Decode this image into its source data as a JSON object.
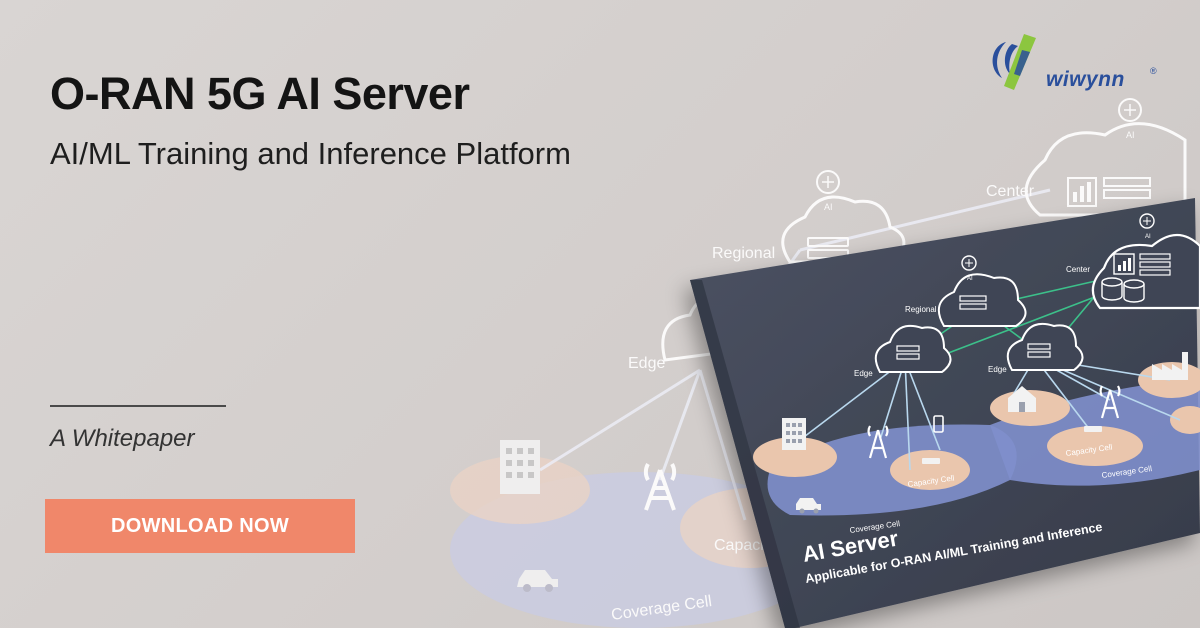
{
  "header": {
    "title": "O-RAN 5G AI Server",
    "subtitle": "AI/ML Training and Inference Platform"
  },
  "tagline": "A Whitepaper",
  "cta": {
    "label": "DOWNLOAD NOW"
  },
  "logo": {
    "wordmark": "wiwynn",
    "registered": "®"
  },
  "background_diagram": {
    "labels": {
      "ai": "AI",
      "center": "Center",
      "regional": "Regional",
      "edge": "Edge",
      "capacity": "Capacity",
      "coverage_cell": "Coverage Cell"
    }
  },
  "booklet": {
    "title": "AI Server",
    "subtitle": "Applicable for O-RAN AI/ML Training and Inference",
    "labels": {
      "center": "Center",
      "regional": "Regional",
      "edge_left": "Edge",
      "edge_right": "Edge",
      "ai_regional": "AI",
      "ai_center": "AI",
      "capacity_cell_left": "Capacity Cell",
      "capacity_cell_right": "Capacity Cell",
      "coverage_cell_left": "Coverage Cell",
      "coverage_cell_right": "Coverage Cell"
    }
  },
  "colors": {
    "background": "#d6d2d0",
    "cta": "#f0876a",
    "booklet": "#3f4555",
    "logo_green": "#8cc63f",
    "logo_blue": "#2a4f9c",
    "cell_blue": "#7e8ec8",
    "cell_peach": "#e9c2a6"
  },
  "icons": [
    "brain-ai-icon",
    "server-rack-icon",
    "bar-chart-icon",
    "database-icon",
    "building-icon",
    "cell-tower-icon",
    "car-icon",
    "factory-icon",
    "house-icon",
    "router-icon",
    "smartphone-icon"
  ]
}
